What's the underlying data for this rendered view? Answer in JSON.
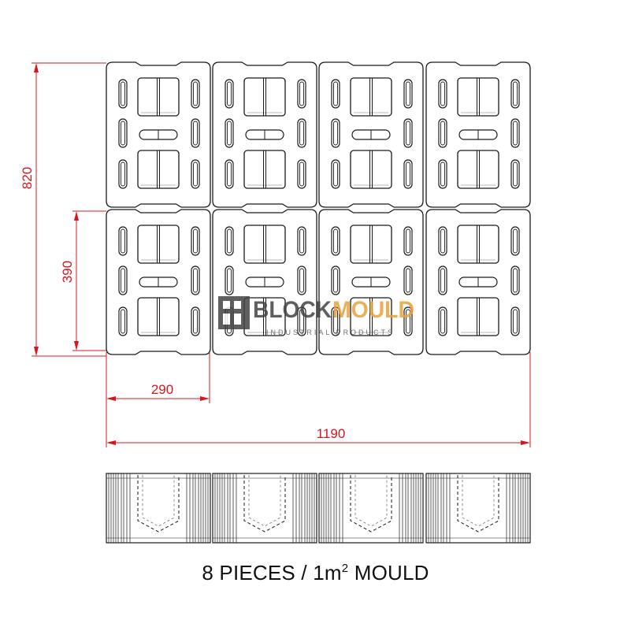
{
  "colors": {
    "dimension": "#d8141c",
    "outline": "#1a1a1a",
    "background": "#ffffff",
    "watermark_dark": "#444444",
    "watermark_accent": "#e8a23a"
  },
  "dimensions": {
    "total_height": "820",
    "piece_height": "390",
    "piece_width": "290",
    "total_width": "1190"
  },
  "watermark": {
    "brand_part1": "BLOCK",
    "brand_part2": "MOULD",
    "tagline": "INDUSTRIAL PRODUCTS"
  },
  "caption": {
    "prefix": "8 PIECES / 1m",
    "exponent": "2",
    "suffix": " MOULD"
  }
}
